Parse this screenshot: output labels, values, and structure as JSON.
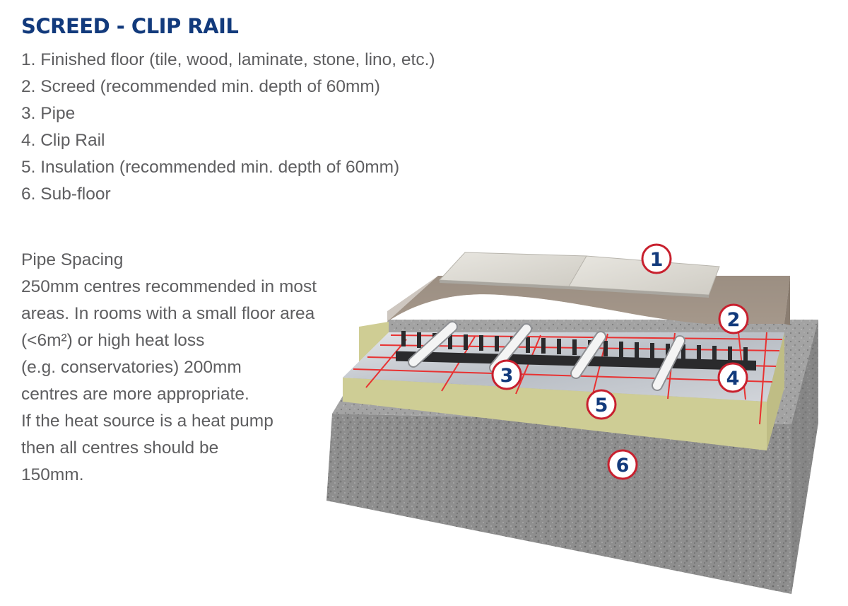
{
  "title": "SCREED - CLIP RAIL",
  "layers": [
    "1. Finished floor (tile, wood, laminate, stone, lino, etc.)",
    "2. Screed (recommended min. depth of 60mm)",
    "3. Pipe",
    "4. Clip Rail",
    "5. Insulation (recommended min. depth of 60mm)",
    "6. Sub-floor"
  ],
  "pipe_spacing": {
    "heading": "Pipe Spacing",
    "lines": [
      "250mm centres recommended in most",
      "areas. In rooms with a small floor area",
      "(<6m²) or high heat loss",
      "(e.g. conservatories) 200mm",
      "centres are more appropriate.",
      "If the heat source is a heat pump",
      "then all centres should be",
      "150mm."
    ]
  },
  "callouts": [
    "1",
    "2",
    "3",
    "4",
    "5",
    "6"
  ],
  "colors": {
    "title": "#123a7c",
    "text": "#5e5e60",
    "badge_border": "#c8202e",
    "badge_number": "#123a7c",
    "concrete": "#8b8b8b",
    "insulation": "#d5d39d",
    "foil": "#c9cdd2",
    "grid_lines": "#e83232",
    "screed": "#9a8d82",
    "tile": "#dedbd3"
  }
}
